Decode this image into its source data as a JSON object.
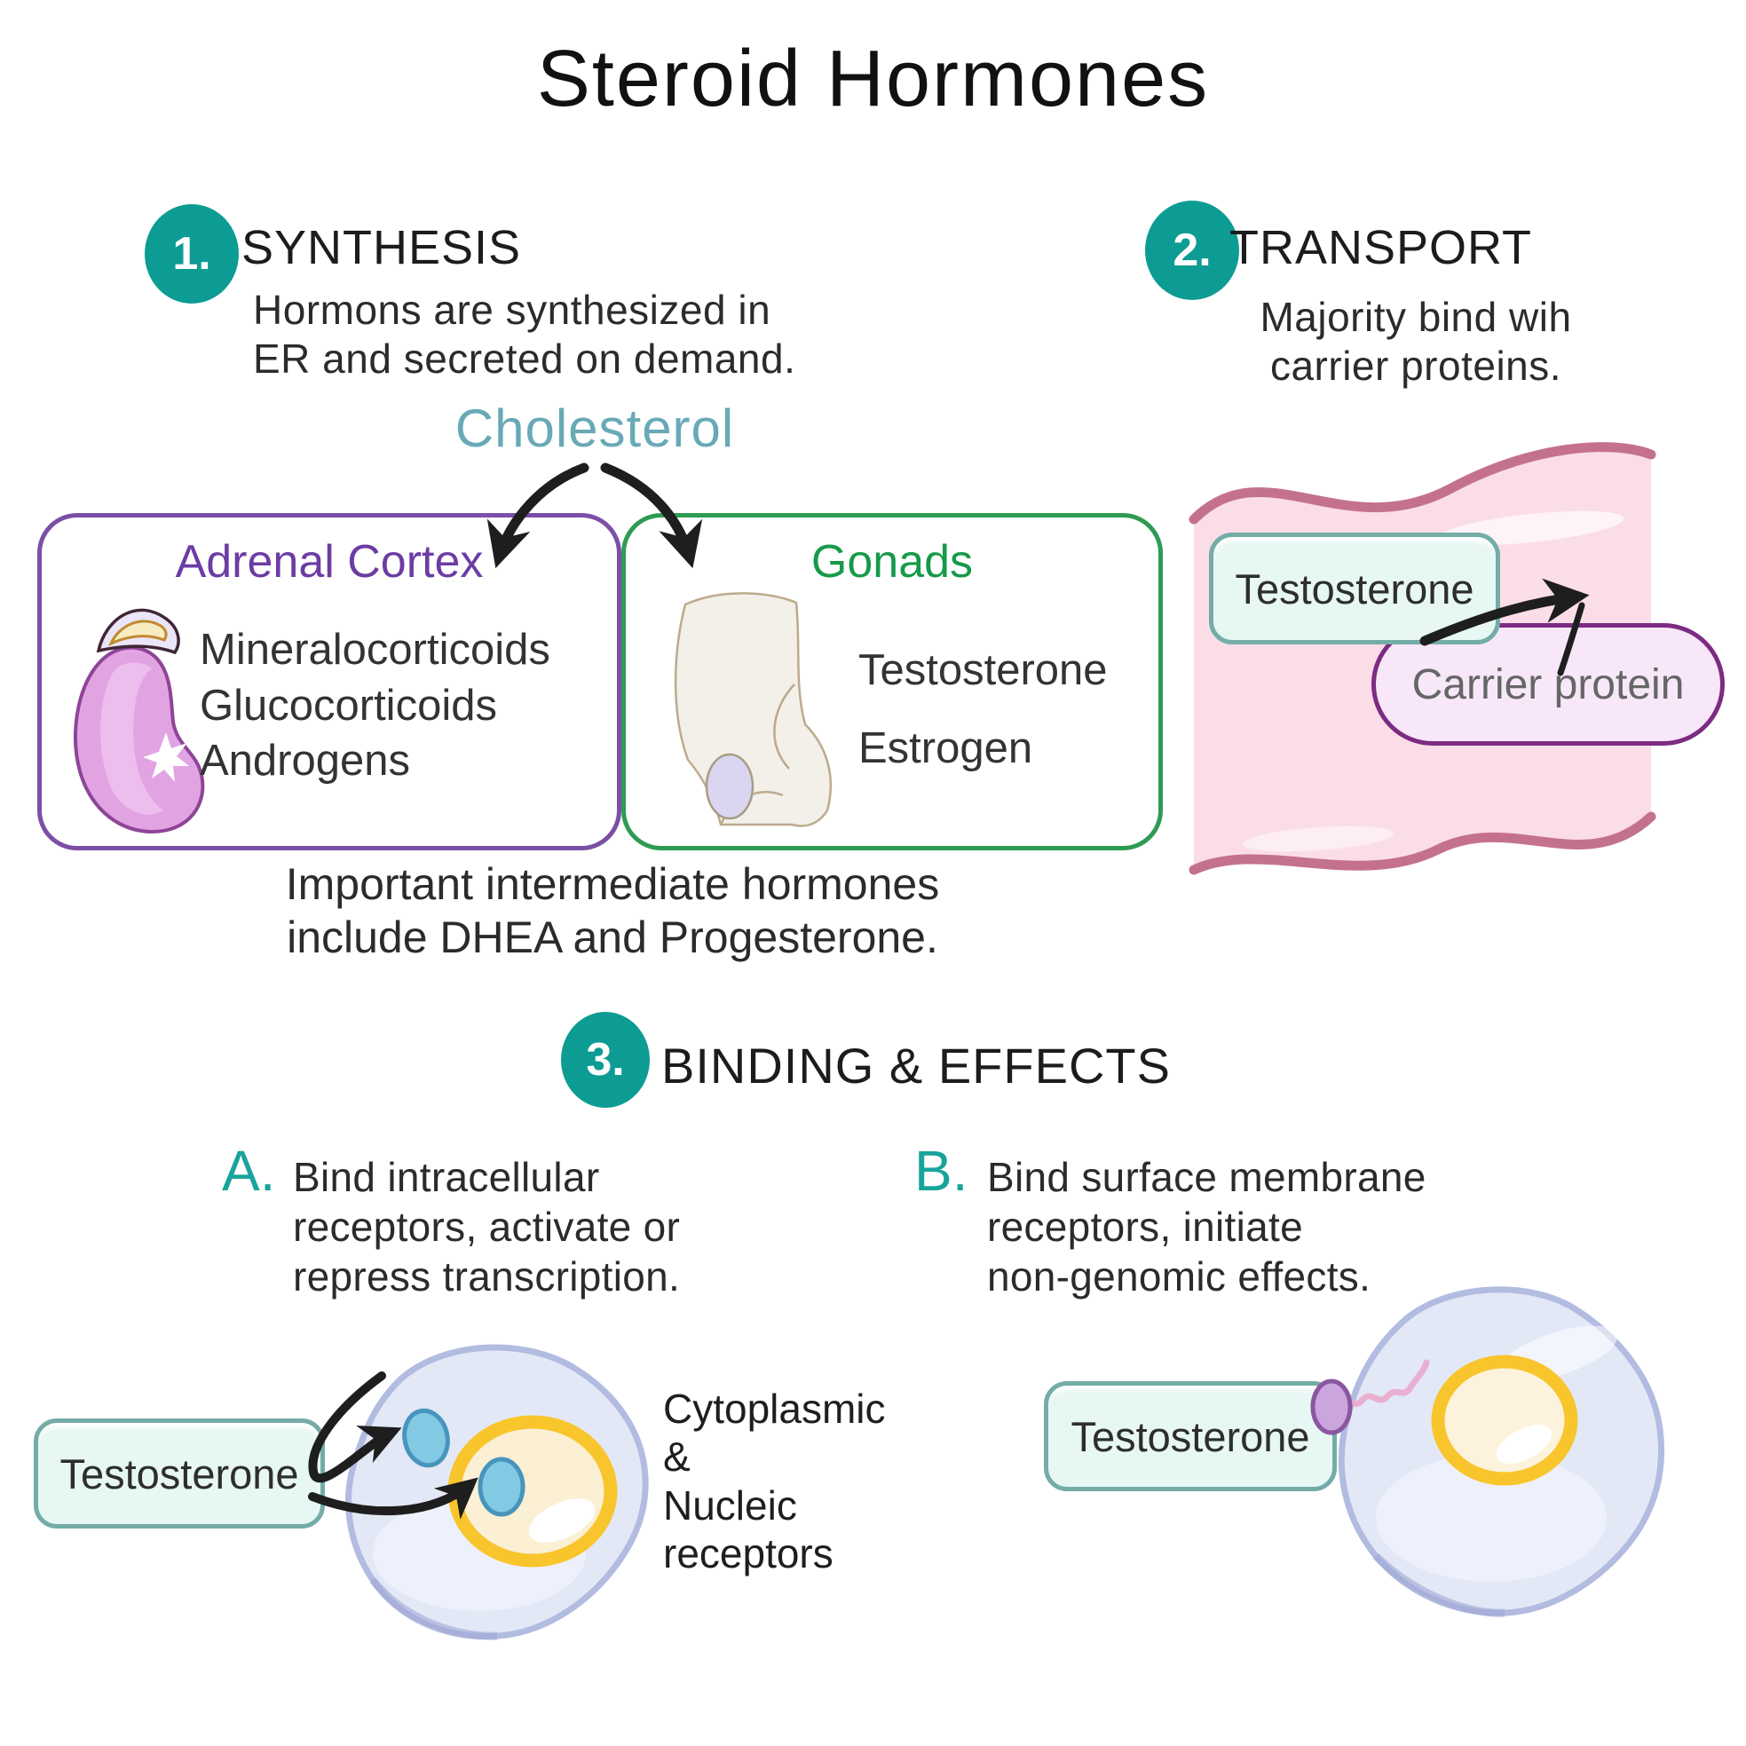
{
  "title": "Steroid Hormones",
  "colors": {
    "accent_teal": "#0C9C94",
    "cholesterol_teal": "#68A9B6",
    "adrenal_purple": "#6C3CA4",
    "gonads_green": "#169A49",
    "chip_border_teal": "#74ACA7",
    "chip_fill": "#E7F7F4",
    "carrier_purple": "#7D2B82",
    "carrier_fill": "#F7E7F8",
    "membrane_pink": "#FBDDE8",
    "membrane_edge": "#C4718F",
    "cell_fill": "#E3E8F6",
    "cell_stroke": "#B2BBE0",
    "nucleus_yellow": "#F8C52C",
    "receptor_blue": "#82C9E3",
    "receptor_purple": "#CBA6DE",
    "arrow_black": "#1E1E1E"
  },
  "sections": {
    "synthesis": {
      "number": "1.",
      "heading": "SYNTHESIS",
      "line1": "Hormons are synthesized in",
      "line2": "ER and secreted on demand."
    },
    "transport": {
      "number": "2.",
      "heading": "TRANSPORT",
      "line1": "Majority bind wih",
      "line2": "carrier proteins."
    },
    "binding": {
      "number": "3.",
      "heading": "BINDING & EFFECTS"
    }
  },
  "synthesis_diagram": {
    "precursor": "Cholesterol",
    "adrenal": {
      "title": "Adrenal Cortex",
      "hormones": [
        "Mineralocorticoids",
        "Glucocorticoids",
        "Androgens"
      ]
    },
    "gonads": {
      "title": "Gonads",
      "hormones": [
        "Testosterone",
        "Estrogen"
      ]
    },
    "note_line1": "Important intermediate hormones",
    "note_line2": "include DHEA and Progesterone."
  },
  "transport_diagram": {
    "hormone": "Testosterone",
    "carrier": "Carrier protein"
  },
  "binding_a": {
    "label": "A.",
    "line1": "Bind intracellular",
    "line2": "receptors, activate or",
    "line3": "repress transcription.",
    "hormone": "Testosterone",
    "caption_line1": "Cytoplasmic",
    "caption_line2": "&",
    "caption_line3": "Nucleic",
    "caption_line4": "receptors"
  },
  "binding_b": {
    "label": "B.",
    "line1": "Bind surface membrane",
    "line2": "receptors, initiate",
    "line3": "non-genomic effects.",
    "hormone": "Testosterone"
  }
}
